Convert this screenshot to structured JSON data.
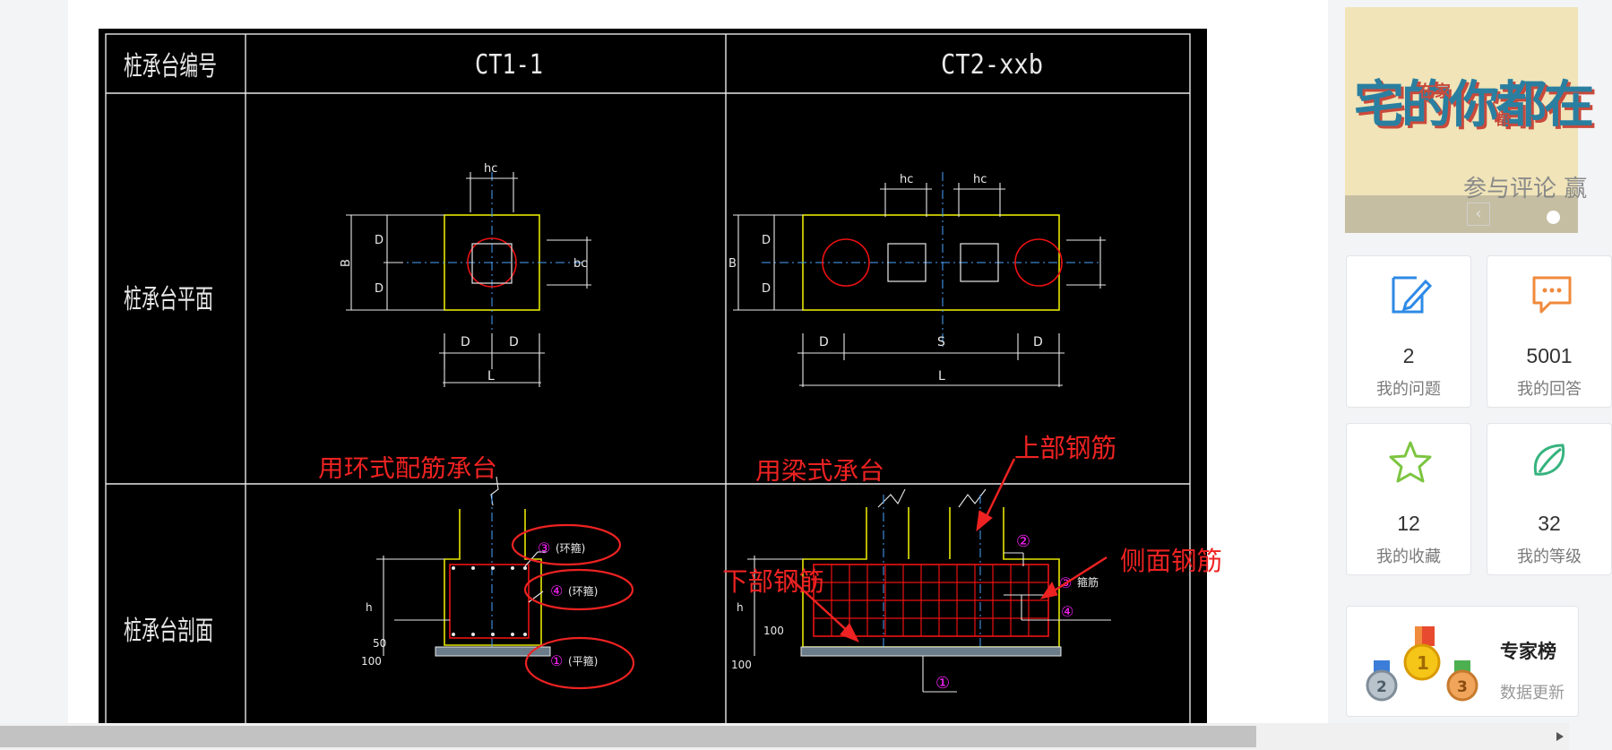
{
  "drawing": {
    "header_label": "桩承台编号",
    "col1_title": "CT1-1",
    "col2_title": "CT2-xxb",
    "row_plan_label": "桩承台平面",
    "row_section_label": "桩承台剖面",
    "dim_hc": "hc",
    "dim_B": "B",
    "dim_D": "D",
    "dim_L": "L",
    "dim_S": "S",
    "dim_bc": "bc",
    "dim_h": "h",
    "dim_50": "50",
    "dim_100": "100",
    "dim_s": "s",
    "rebar_1": "①",
    "rebar_2": "②",
    "rebar_3": "③",
    "rebar_4": "④",
    "tag_ring": "(环箍)",
    "tag_ring2": "(环箍)",
    "tag_tail": "(平箍)",
    "tag_stirrup": "箍筋"
  },
  "annotations": {
    "ring_cap": "用环式配筋承台",
    "beam_cap": "用梁式承台",
    "top_bar": "上部钢筋",
    "side_bar": "侧面钢筋",
    "bottom_bar": "下部钢筋"
  },
  "banner": {
    "main": "宅的你都在",
    "small1": "在家",
    "small2": "都",
    "sub": "参与评论 赢",
    "prev": "‹"
  },
  "stats": [
    {
      "value": "2",
      "label": "我的问题",
      "icon": "edit-icon",
      "color": "#2e8ae6"
    },
    {
      "value": "5001",
      "label": "我的回答",
      "icon": "chat-icon",
      "color": "#f08a3c"
    },
    {
      "value": "12",
      "label": "我的收藏",
      "icon": "star-icon",
      "color": "#7cc540"
    },
    {
      "value": "32",
      "label": "我的等级",
      "icon": "leaf-icon",
      "color": "#36b37e"
    }
  ],
  "expert": {
    "title": "专家榜",
    "subtitle": "数据更新"
  },
  "colors": {
    "annotation_red": "#ee2222",
    "cad_yellow": "#e6e600",
    "cad_magenta": "#ff22ff",
    "cad_red": "#ee1111"
  }
}
